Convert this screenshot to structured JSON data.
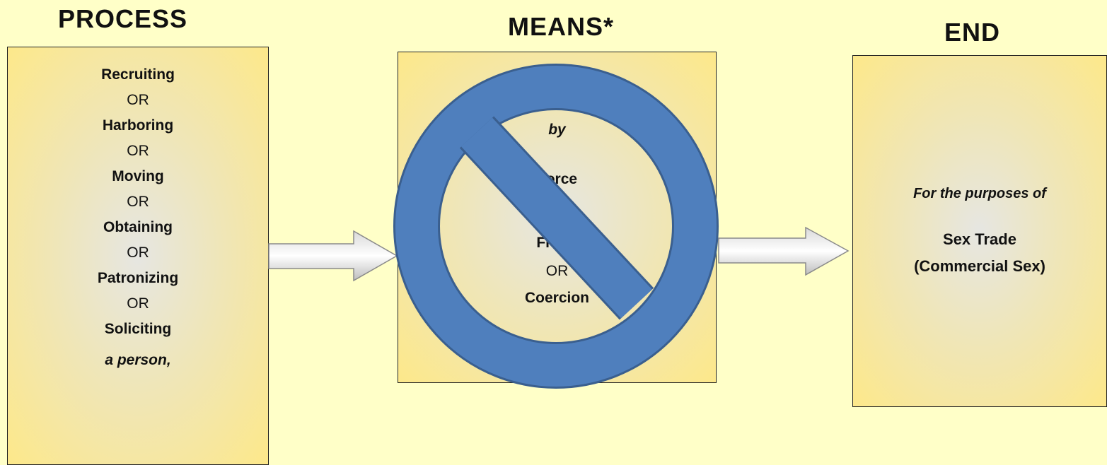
{
  "headings": {
    "process": "PROCESS",
    "means": "MEANS*",
    "end": "END"
  },
  "process": {
    "items": [
      "Recruiting",
      "OR",
      "Harboring",
      "OR",
      "Moving",
      "OR",
      "Obtaining",
      "OR",
      "Patronizing",
      "OR",
      "Soliciting"
    ],
    "footer": "a person,"
  },
  "means": {
    "intro": "by",
    "items": [
      "Force",
      "OR",
      "Fraud",
      "OR",
      "Coercion"
    ]
  },
  "end": {
    "intro": "For the purposes of",
    "line1": "Sex Trade",
    "line2": "(Commercial Sex)"
  },
  "colors": {
    "background": "#ffffc8",
    "box": "#fde88a",
    "prohibition": "#4f7fbd",
    "prohibition_border": "#3a5f8f"
  },
  "icons": {
    "prohibition": "no-symbol-icon",
    "arrow": "right-arrow-icon"
  }
}
